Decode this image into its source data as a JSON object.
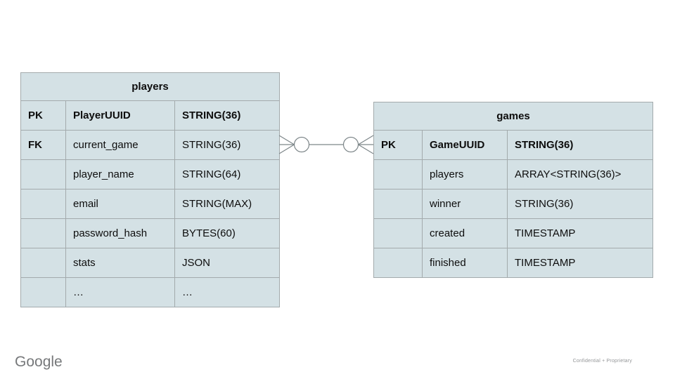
{
  "slide": {
    "players_table": {
      "title": "players",
      "rows": [
        {
          "key": "PK",
          "field": "PlayerUUID",
          "type": "STRING(36)"
        },
        {
          "key": "FK",
          "field": "current_game",
          "type": "STRING(36)"
        },
        {
          "key": "",
          "field": "player_name",
          "type": "STRING(64)"
        },
        {
          "key": "",
          "field": "email",
          "type": "STRING(MAX)"
        },
        {
          "key": "",
          "field": "password_hash",
          "type": "BYTES(60)"
        },
        {
          "key": "",
          "field": "stats",
          "type": "JSON"
        },
        {
          "key": "",
          "field": "…",
          "type": "…"
        }
      ]
    },
    "games_table": {
      "title": "games",
      "rows": [
        {
          "key": "PK",
          "field": "GameUUID",
          "type": "STRING(36)"
        },
        {
          "key": "",
          "field": "players",
          "type": "ARRAY<STRING(36)>"
        },
        {
          "key": "",
          "field": "winner",
          "type": "STRING(36)"
        },
        {
          "key": "",
          "field": "created",
          "type": "TIMESTAMP"
        },
        {
          "key": "",
          "field": "finished",
          "type": "TIMESTAMP"
        }
      ]
    },
    "relationship": {
      "left_entity": "players",
      "right_entity": "games",
      "notation": "many-to-many crow's foot with zero circles"
    },
    "footer": {
      "logo": "Google",
      "confidential": "Confidential + Proprietary"
    },
    "colors": {
      "cell_fill": "#d4e1e5",
      "cell_border": "#a3aaac",
      "connector_stroke": "#7d8689",
      "logo_gray": "#76787a",
      "confidential_gray": "#949698"
    }
  }
}
